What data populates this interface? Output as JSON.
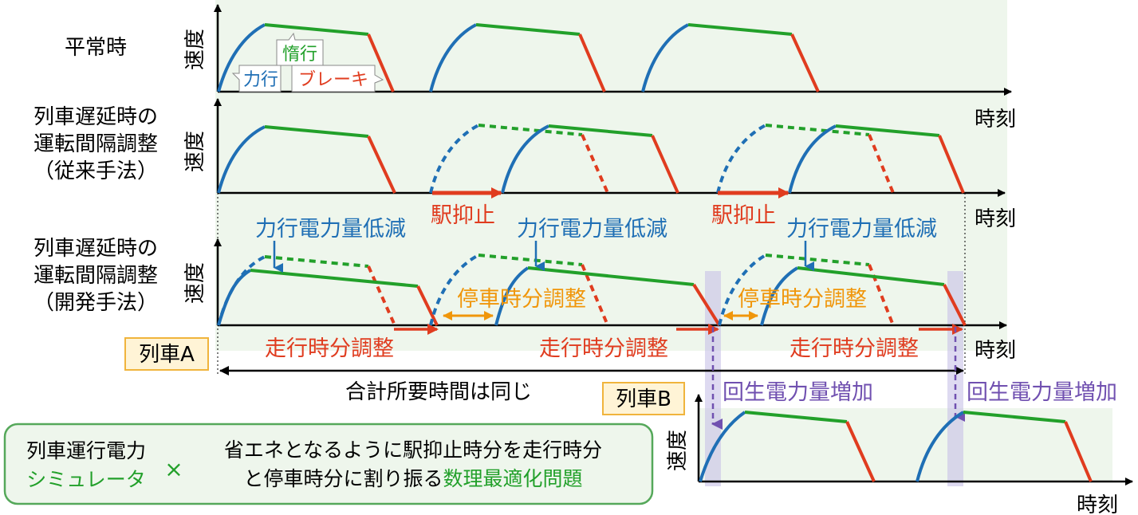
{
  "rows": {
    "normal": {
      "label": "平常時"
    },
    "conventional": {
      "label_lines": [
        "列車遅延時の",
        "運転間隔調整",
        "（従来手法）"
      ]
    },
    "developed": {
      "label_lines": [
        "列車遅延時の",
        "運転間隔調整",
        "（開発手法）"
      ]
    }
  },
  "axes": {
    "y_label": "速度",
    "x_label": "時刻"
  },
  "legend_callouts": {
    "coasting": "惰行",
    "powering": "力行",
    "braking": "ブレーキ"
  },
  "annotations": {
    "station_hold": "駅抑止",
    "powering_reduction": "力行電力量低減",
    "dwell_adjust": "停車時分調整",
    "running_adjust": "走行時分調整",
    "same_total_time": "合計所要時間は同じ",
    "regen_increase": "回生電力量増加"
  },
  "train_labels": {
    "a": "列車A",
    "b": "列車B"
  },
  "summary": {
    "simulator_line1": "列車運行電力",
    "simulator_line2": "シミュレータ",
    "times": "×",
    "desc_line1": "省エネとなるように駅抑止時分を走行時分",
    "desc_line2_a": "と停車時分に割り振る",
    "desc_line2_b": "数理最適化問題"
  },
  "colors": {
    "powering": "#1f6fb5",
    "coasting": "#22a02a",
    "braking": "#e03c1f",
    "dwell": "#f0960a",
    "regen": "#7050b0",
    "panel_bg": "#eef6ec",
    "label_box": "#fff4d6",
    "label_box_border": "#f0b43c"
  }
}
